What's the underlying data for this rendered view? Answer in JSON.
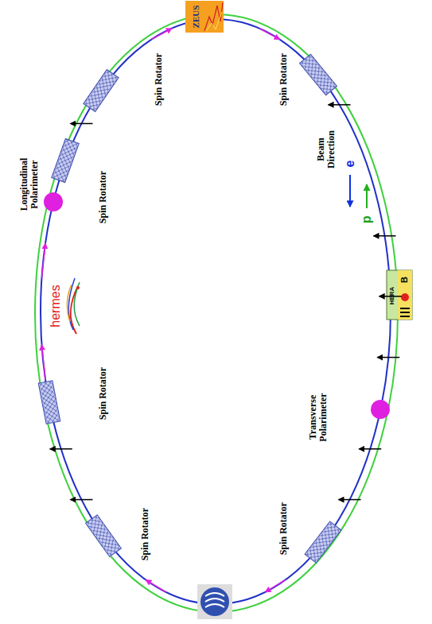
{
  "diagram": {
    "nodes": [
      {
        "text": [
          "ZEUS"
        ]
      },
      {
        "text": [
          "Spin Rotator"
        ]
      },
      {
        "text": [
          "Spin Rotator"
        ]
      },
      {
        "text": [
          "Spin Rotator"
        ]
      },
      {
        "text": [
          "Longitudinal Polarimeter"
        ]
      },
      {
        "text": [
          "Spin Rotator"
        ]
      },
      {
        "text": [
          "Transverse Polarimeter"
        ]
      },
      {
        "text": [
          "Spin Rotator"
        ]
      },
      {
        "text": [
          "Spin Rotator"
        ]
      }
    ],
    "labels": [
      "hermes",
      "HERA",
      "B",
      "Beam Direction",
      "e",
      "p"
    ]
  }
}
